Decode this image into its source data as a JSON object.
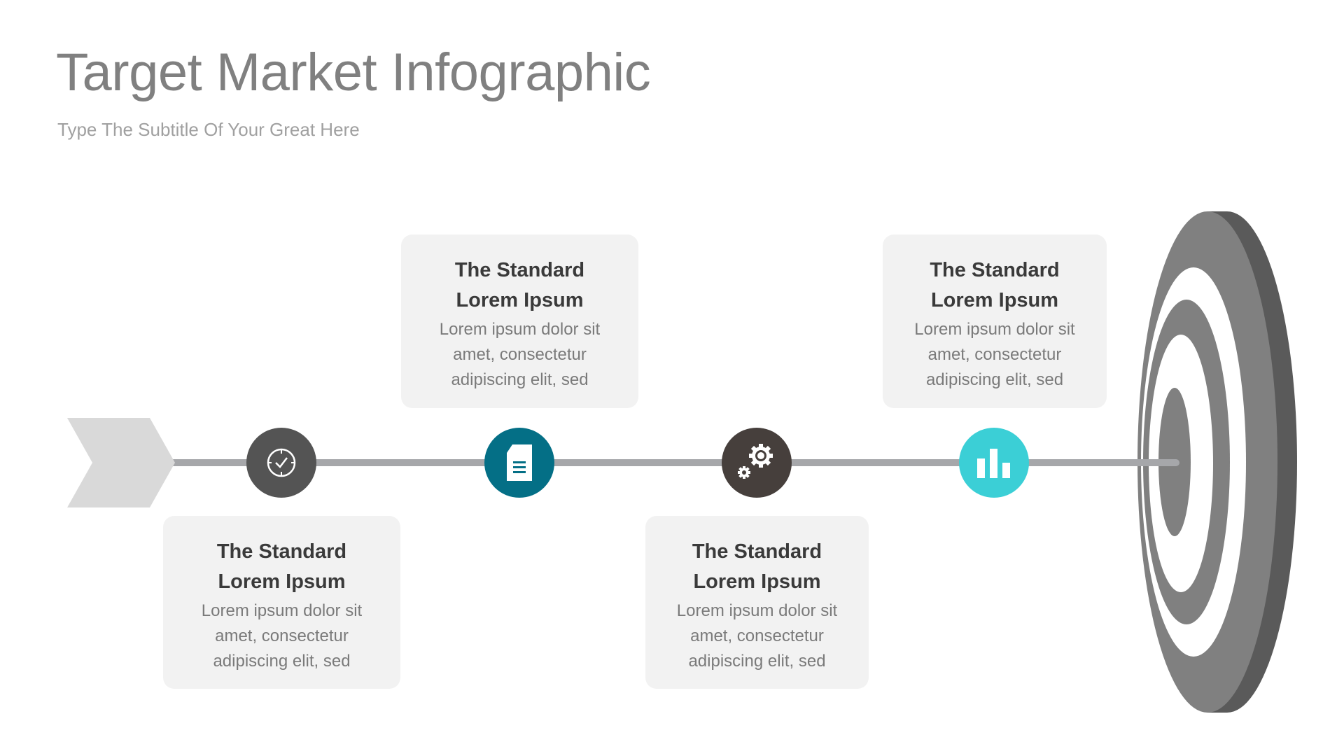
{
  "header": {
    "title": "Target Market Infographic",
    "subtitle": "Type The Subtitle Of Your Great Here"
  },
  "colors": {
    "node1": "#545454",
    "node2": "#046f86",
    "node3": "#463f3c",
    "node4": "#3bcfd6",
    "card_bg": "#f2f2f2",
    "line": "#a6a7aa",
    "arrow": "#d9d9d9",
    "target_light": "#808080",
    "target_dark": "#5a5a5a"
  },
  "nodes": [
    {
      "icon": "clock-icon"
    },
    {
      "icon": "document-icon"
    },
    {
      "icon": "gears-icon"
    },
    {
      "icon": "bar-chart-icon"
    }
  ],
  "cards": [
    {
      "heading_line1": "The Standard",
      "heading_line2": "Lorem Ipsum",
      "body_line1": "Lorem ipsum dolor sit",
      "body_line2": "amet, consectetur",
      "body_line3": "adipiscing elit, sed"
    },
    {
      "heading_line1": "The Standard",
      "heading_line2": "Lorem Ipsum",
      "body_line1": "Lorem ipsum dolor sit",
      "body_line2": "amet, consectetur",
      "body_line3": "adipiscing elit, sed"
    },
    {
      "heading_line1": "The Standard",
      "heading_line2": "Lorem Ipsum",
      "body_line1": "Lorem ipsum dolor sit",
      "body_line2": "amet, consectetur",
      "body_line3": "adipiscing elit, sed"
    },
    {
      "heading_line1": "The Standard",
      "heading_line2": "Lorem Ipsum",
      "body_line1": "Lorem ipsum dolor sit",
      "body_line2": "amet, consectetur",
      "body_line3": "adipiscing elit, sed"
    }
  ]
}
